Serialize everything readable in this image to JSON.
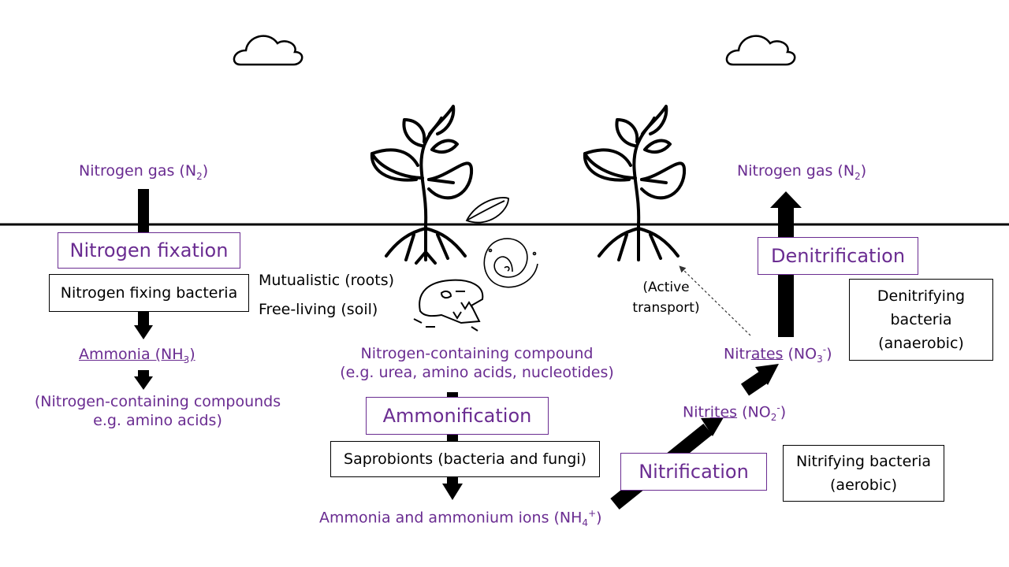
{
  "left": {
    "n2": "Nitrogen gas (N",
    "n2_sub": "2",
    "n2_close": ")",
    "process": "Nitrogen fixation",
    "agent": "Nitrogen fixing bacteria",
    "mutualistic": "Mutualistic (roots)",
    "free_living": "Free-living (soil)",
    "ammonia": "Ammonia (NH",
    "ammonia_sub": "3",
    "ammonia_close": ")",
    "compounds_line1": "(Nitrogen-containing compounds",
    "compounds_line2": "e.g. amino acids)"
  },
  "middle": {
    "compound_line1": "Nitrogen-containing compound",
    "compound_line2": "(e.g. urea, amino acids, nucleotides)",
    "process": "Ammonification",
    "agent": "Saprobionts (bacteria and fungi)",
    "ammonium": "Ammonia and ammonium ions (NH",
    "ammonium_sub": "4",
    "ammonium_sup": "+",
    "ammonium_close": ")"
  },
  "right": {
    "active_line1": "(Active",
    "active_line2": "transport)",
    "n2": "Nitrogen gas (N",
    "n2_sub": "2",
    "n2_close": ")",
    "denit_process": "Denitrification",
    "denit_agent_line1": "Denitrifying",
    "denit_agent_line2": "bacteria",
    "denit_agent_line3": "(anaerobic)",
    "nitrates_a": "Nitr",
    "nitrates_b": "ates",
    "nitrates_c": " (NO",
    "nitrates_sub": "3",
    "nitrates_sup": "-",
    "nitrates_close": ")",
    "nitrites_a": "Nitr",
    "nitrites_b": "ites",
    "nitrites_c": " (NO",
    "nitrites_sub": "2",
    "nitrites_sup": "-",
    "nitrites_close": ")",
    "nit_process": "Nitrification",
    "nit_agent_line1": "Nitrifying bacteria",
    "nit_agent_line2": "(aerobic)"
  },
  "colors": {
    "purple": "#6a2c91",
    "black": "#000000"
  },
  "icons": [
    "cloud-icon",
    "plant-icon",
    "leaf-icon",
    "fossil-shell-icon",
    "dinosaur-skull-icon"
  ]
}
